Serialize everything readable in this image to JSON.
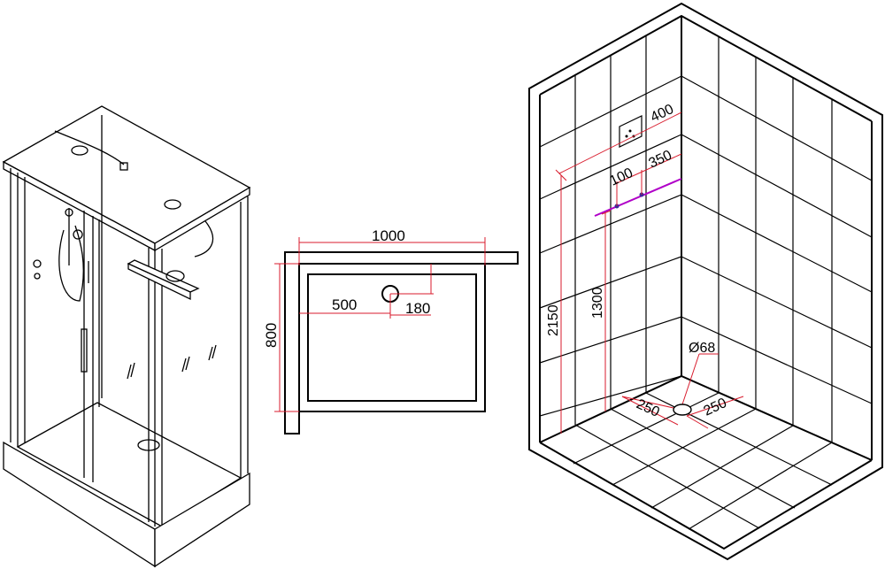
{
  "colors": {
    "line": "#000000",
    "dimension": "#d81b2c",
    "pipe": "#b000c8",
    "background": "#ffffff"
  },
  "plan_view": {
    "width_label": "1000",
    "depth_label": "800",
    "drain_offset_x_label": "500",
    "drain_offset_y_label": "180"
  },
  "wall_view": {
    "panel_width_label": "400",
    "pipe_spacing_label": "100",
    "pipe_offset_label": "350",
    "pipe_height_label": "1300",
    "total_height_label": "2150",
    "drain_diameter_label": "Ø68",
    "drain_left_label": "250",
    "drain_right_label": "250"
  },
  "icons": [
    "shower-cabin-illustration",
    "floor-drain-icon",
    "control-panel-icon",
    "water-inlet-point-icon"
  ]
}
